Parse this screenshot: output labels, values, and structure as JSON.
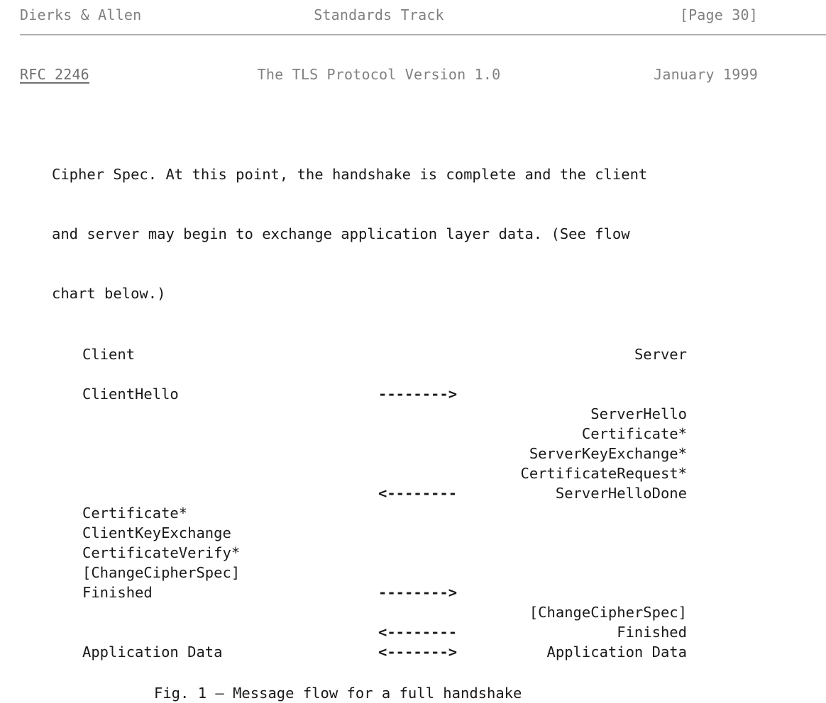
{
  "header": {
    "left": "Dierks & Allen",
    "center": "Standards Track",
    "right": "[Page 30]"
  },
  "doc_title_line": {
    "rfc_link": "RFC 2246",
    "title": "The TLS Protocol Version 1.0",
    "date": "January 1999"
  },
  "body": {
    "line1": "Cipher Spec. At this point, the handshake is complete and the client",
    "line2": "and server may begin to exchange application layer data. (See flow",
    "line3": "chart below.)"
  },
  "flow": {
    "client_heading": "Client",
    "server_heading": "Server",
    "rows": [
      {
        "client": "ClientHello",
        "arrow": "-------->",
        "server": ""
      },
      {
        "client": "",
        "arrow": "",
        "server": "ServerHello"
      },
      {
        "client": "",
        "arrow": "",
        "server": "Certificate*"
      },
      {
        "client": "",
        "arrow": "",
        "server": "ServerKeyExchange*"
      },
      {
        "client": "",
        "arrow": "",
        "server": "CertificateRequest*"
      },
      {
        "client": "",
        "arrow": "<--------",
        "server": "ServerHelloDone"
      },
      {
        "client": "Certificate*",
        "arrow": "",
        "server": ""
      },
      {
        "client": "ClientKeyExchange",
        "arrow": "",
        "server": ""
      },
      {
        "client": "CertificateVerify*",
        "arrow": "",
        "server": ""
      },
      {
        "client": "[ChangeCipherSpec]",
        "arrow": "",
        "server": ""
      },
      {
        "client": "Finished",
        "arrow": "-------->",
        "server": ""
      },
      {
        "client": "",
        "arrow": "",
        "server": "[ChangeCipherSpec]"
      },
      {
        "client": "",
        "arrow": "<--------",
        "server": "Finished"
      },
      {
        "client": "Application Data",
        "arrow": "<------->",
        "server": "Application Data"
      }
    ]
  },
  "figure": {
    "caption": "Fig. 1 – Message flow for a full handshake"
  },
  "colors": {
    "page_background": "#ffffff",
    "body_text": "#1a1a1a",
    "header_text": "#808080",
    "link_text": "#707070",
    "rule": "#b0b0b0"
  }
}
